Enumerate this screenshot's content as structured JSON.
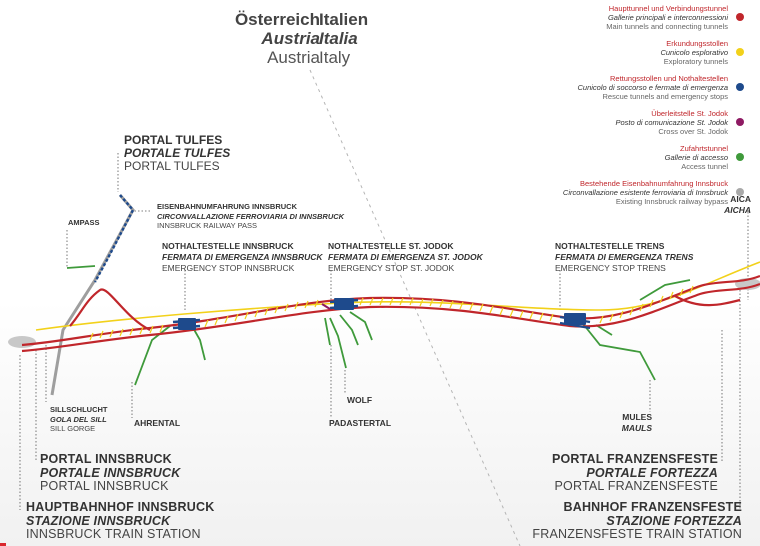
{
  "countries": {
    "austria": [
      "Österreich",
      "Austria",
      "Austria"
    ],
    "italy": [
      "Italien",
      "Italia",
      "Italy"
    ]
  },
  "legend": [
    {
      "de": "Haupttunnel und Verbindungstunnel",
      "it": "Gallerie principali e interconnessioni",
      "en": "Main tunnels and connecting tunnels",
      "color": "#c0262b"
    },
    {
      "de": "Erkundungsstollen",
      "it": "Cunicolo esplorativo",
      "en": "Exploratory tunnels",
      "color": "#f2d11a"
    },
    {
      "de": "Rettungsstollen und Nothaltestellen",
      "it": "Cunicolo di soccorso e fermate di emergenza",
      "en": "Rescue tunnels and emergency stops",
      "color": "#1e4a8c"
    },
    {
      "de": "Überleitstelle St. Jodok",
      "it": "Posto di comunicazione St. Jodok",
      "en": "Cross over St. Jodok",
      "color": "#8e1a63"
    },
    {
      "de": "Zufahrtstunnel",
      "it": "Gallerie di accesso",
      "en": "Access tunnel",
      "color": "#3f9a3b"
    },
    {
      "de": "Bestehende Eisenbahnumfahrung Innsbruck",
      "it": "Circonvallazione esistente ferroviaria di Innsbruck",
      "en": "Existing Innsbruck railway bypass",
      "color": "#a9a9a9"
    }
  ],
  "labels": {
    "portal_tulfes": [
      "PORTAL TULFES",
      "PORTALE TULFES",
      "PORTAL TULFES"
    ],
    "bypass": [
      "EISENBAHNUMFAHRUNG INNSBRUCK",
      "CIRCONVALLAZIONE FERROVIARIA DI INNSBRUCK",
      "INNSBRUCK RAILWAY PASS"
    ],
    "ampass": "AMPASS",
    "stop_innsbruck": [
      "NOTHALTESTELLE INNSBRUCK",
      "FERMATA DI EMERGENZA INNSBRUCK",
      "EMERGENCY STOP INNSBRUCK"
    ],
    "stop_jodok": [
      "NOTHALTESTELLE ST. JODOK",
      "FERMATA DI EMERGENZA ST. JODOK",
      "EMERGENCY STOP ST. JODOK"
    ],
    "stop_trens": [
      "NOTHALTESTELLE TRENS",
      "FERMATA DI EMERGENZA TRENS",
      "EMERGENCY STOP TRENS"
    ],
    "aica": [
      "AICA",
      "AICHA"
    ],
    "sill": [
      "SILLSCHLUCHT",
      "GOLA DEL SILL",
      "SILL GORGE"
    ],
    "ahrental": "AHRENTAL",
    "wolf": "WOLF",
    "padastertal": "PADASTERTAL",
    "mules": [
      "MULES",
      "MAULS"
    ],
    "portal_innsbruck": [
      "PORTAL INNSBRUCK",
      "PORTALE INNSBRUCK",
      "PORTAL INNSBRUCK"
    ],
    "station_innsbruck": [
      "HAUPTBAHNHOF INNSBRUCK",
      "STAZIONE INNSBRUCK",
      "INNSBRUCK TRAIN STATION"
    ],
    "portal_franzensfeste": [
      "PORTAL FRANZENSFESTE",
      "PORTALE FORTEZZA",
      "PORTAL FRANZENSFESTE"
    ],
    "station_franzensfeste": [
      "BAHNHOF FRANZENSFESTE",
      "STAZIONE FORTEZZA",
      "FRANZENSFESTE TRAIN STATION"
    ]
  }
}
